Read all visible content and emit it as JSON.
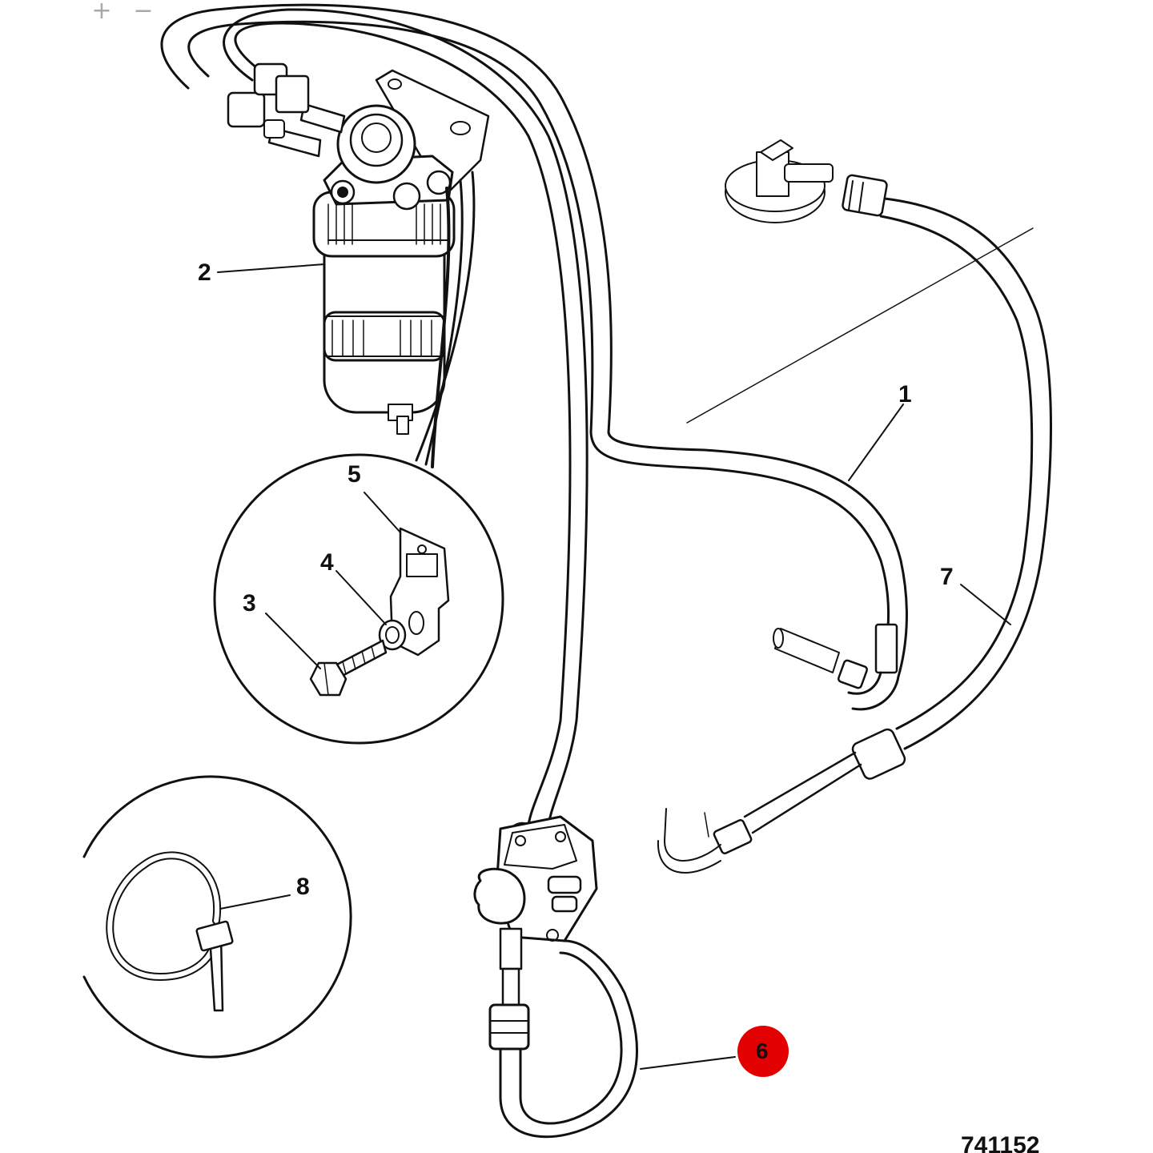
{
  "viewer": {
    "zoom_in_label": "+",
    "zoom_out_label": "−"
  },
  "diagram": {
    "reference_number": "741152",
    "callouts": [
      "1",
      "2",
      "3",
      "4",
      "5",
      "6",
      "7",
      "8"
    ],
    "highlighted_callout": "6",
    "colors": {
      "line": "#111111",
      "highlight": "#e30000",
      "background": "#ffffff"
    }
  }
}
